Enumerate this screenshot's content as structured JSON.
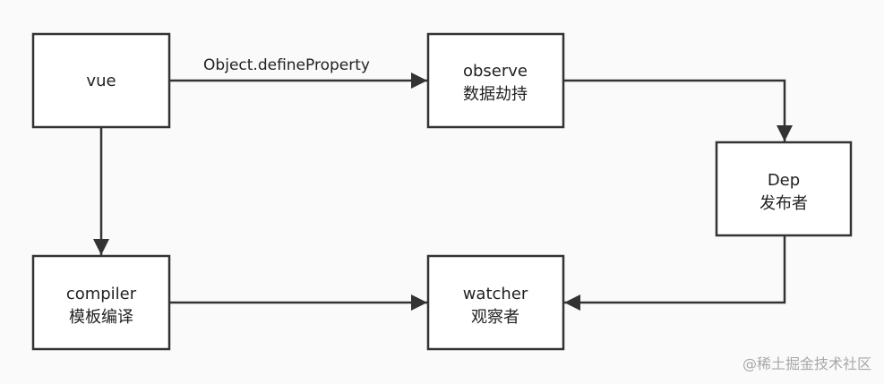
{
  "nodes": {
    "vue": {
      "label": "vue"
    },
    "observe": {
      "label": "observe",
      "sublabel": "数据劫持"
    },
    "dep": {
      "label": "Dep",
      "sublabel": "发布者"
    },
    "compiler": {
      "label": "compiler",
      "sublabel": "模板编译"
    },
    "watcher": {
      "label": "watcher",
      "sublabel": "观察者"
    }
  },
  "edges": {
    "vue_observe": {
      "label": "Object.defineProperty"
    }
  },
  "watermark": "@稀土掘金技术社区",
  "colors": {
    "background": "#fafafa",
    "box_fill": "#ffffff",
    "stroke": "#333333",
    "text": "#222222",
    "watermark": "#a8a8a8"
  }
}
